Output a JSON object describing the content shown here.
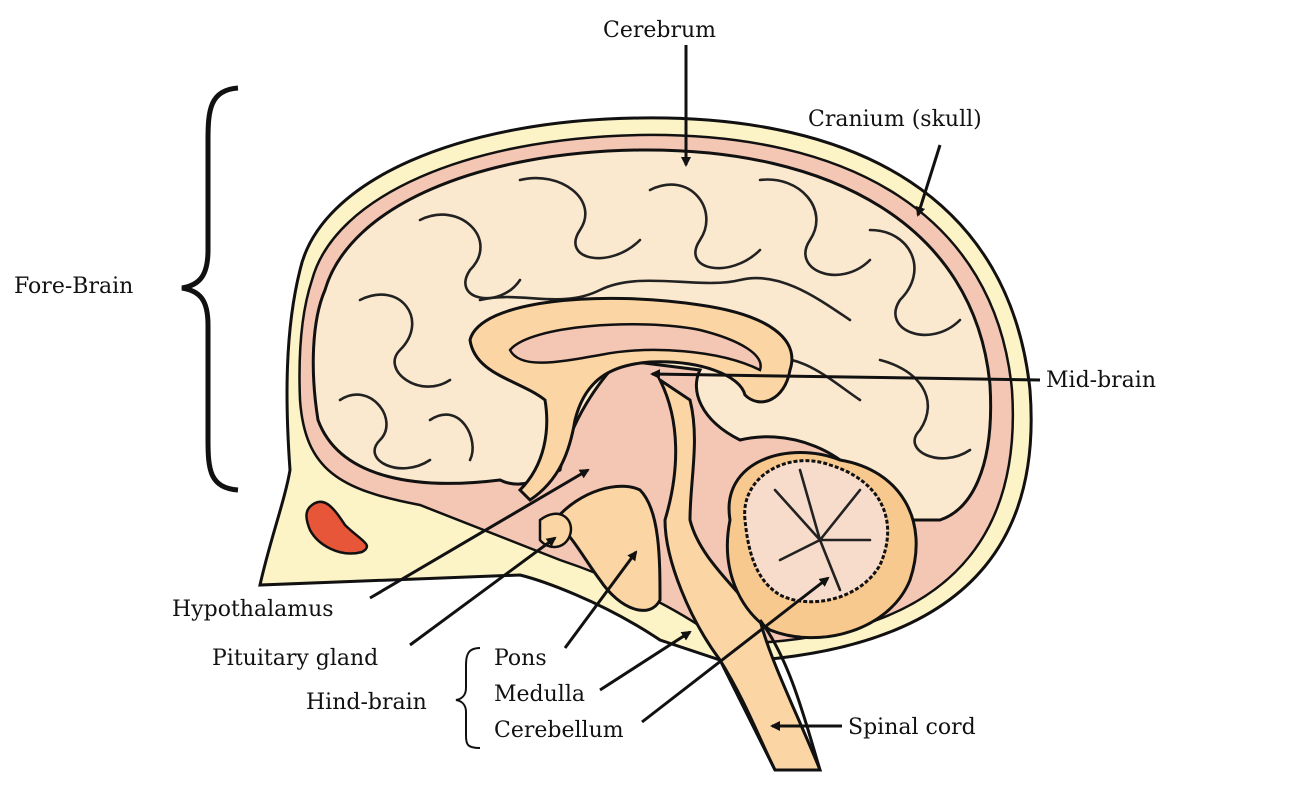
{
  "labels": {
    "cerebrum": "Cerebrum",
    "cranium": "Cranium (skull)",
    "fore_brain": "Fore-Brain",
    "mid_brain": "Mid-brain",
    "hypothalamus": "Hypothalamus",
    "pituitary": "Pituitary gland",
    "hind_brain": "Hind-brain",
    "pons": "Pons",
    "medulla": "Medulla",
    "cerebellum": "Cerebellum",
    "spinal_cord": "Spinal cord"
  },
  "colors": {
    "skull": "#fcf3c6",
    "meninges": "#f4c6b4",
    "cortex": "#fbe9cf",
    "brainstem": "#fbd6a4",
    "cerebellum": "#f8dccb",
    "eye": "#e8563a"
  }
}
